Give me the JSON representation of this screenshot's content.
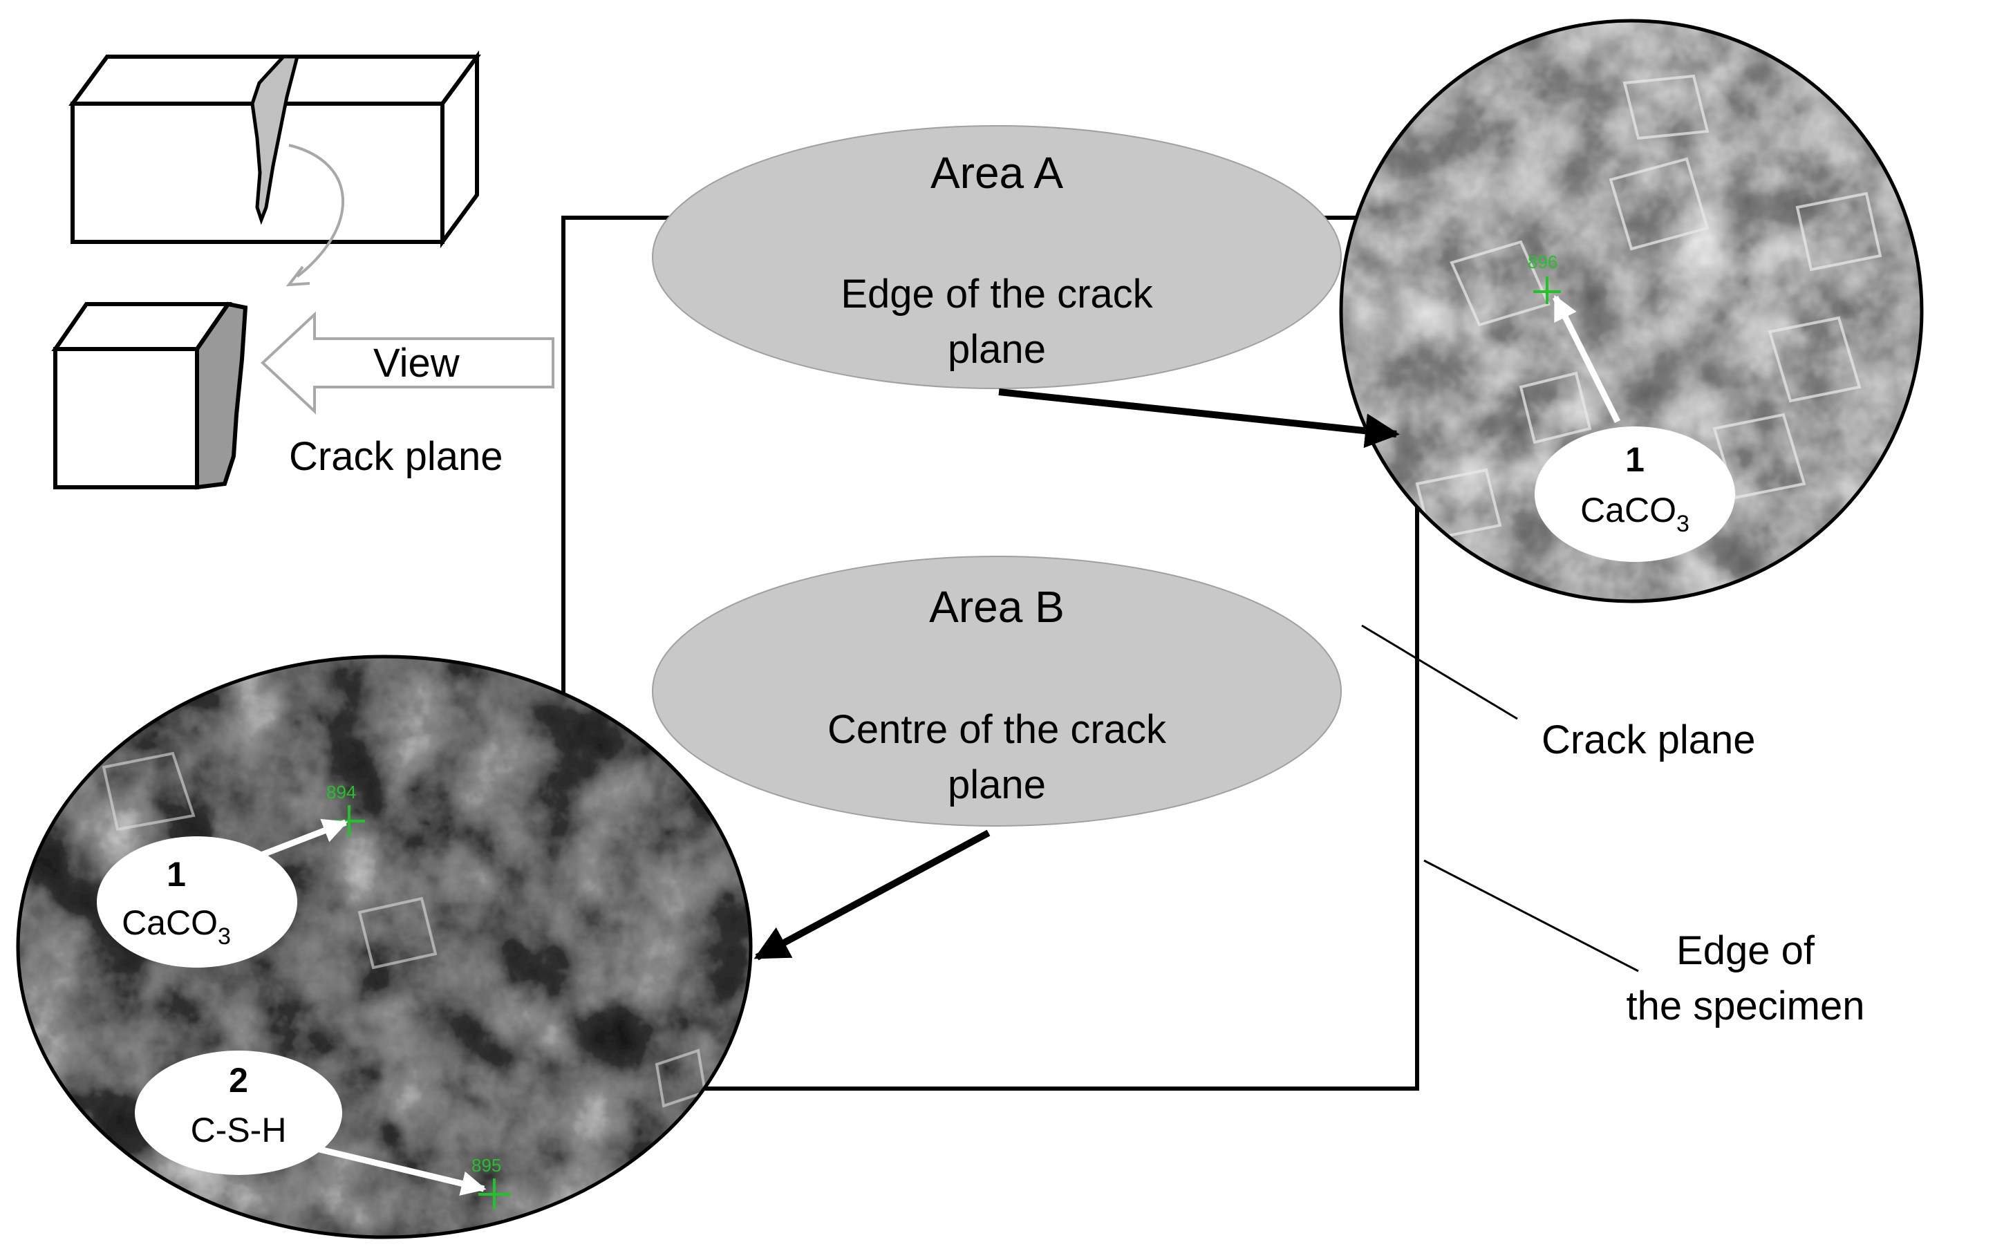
{
  "view_label": "View",
  "crack_plane_label": "Crack plane",
  "area_a": {
    "title": "Area A",
    "line1": "Edge of the crack",
    "line2": "plane"
  },
  "area_b": {
    "title": "Area B",
    "line1": "Centre of the crack",
    "line2": "plane"
  },
  "callout_crack_plane": "Crack plane",
  "callout_edge_line1": "Edge of",
  "callout_edge_line2": "the specimen",
  "sem_a": {
    "point1": {
      "number": "1",
      "label": "CaCO",
      "subscript": "3"
    },
    "marker": "896"
  },
  "sem_b": {
    "point1": {
      "number": "1",
      "label": "CaCO",
      "subscript": "3"
    },
    "point2": {
      "number": "2",
      "label": "C-S-H"
    },
    "marker1": "894",
    "marker2": "895"
  },
  "colors": {
    "ellipse_fill": "#c8c8c8",
    "crack_fill": "#9a9a9a",
    "marker_green": "#22c22a",
    "outline": "#000000"
  }
}
